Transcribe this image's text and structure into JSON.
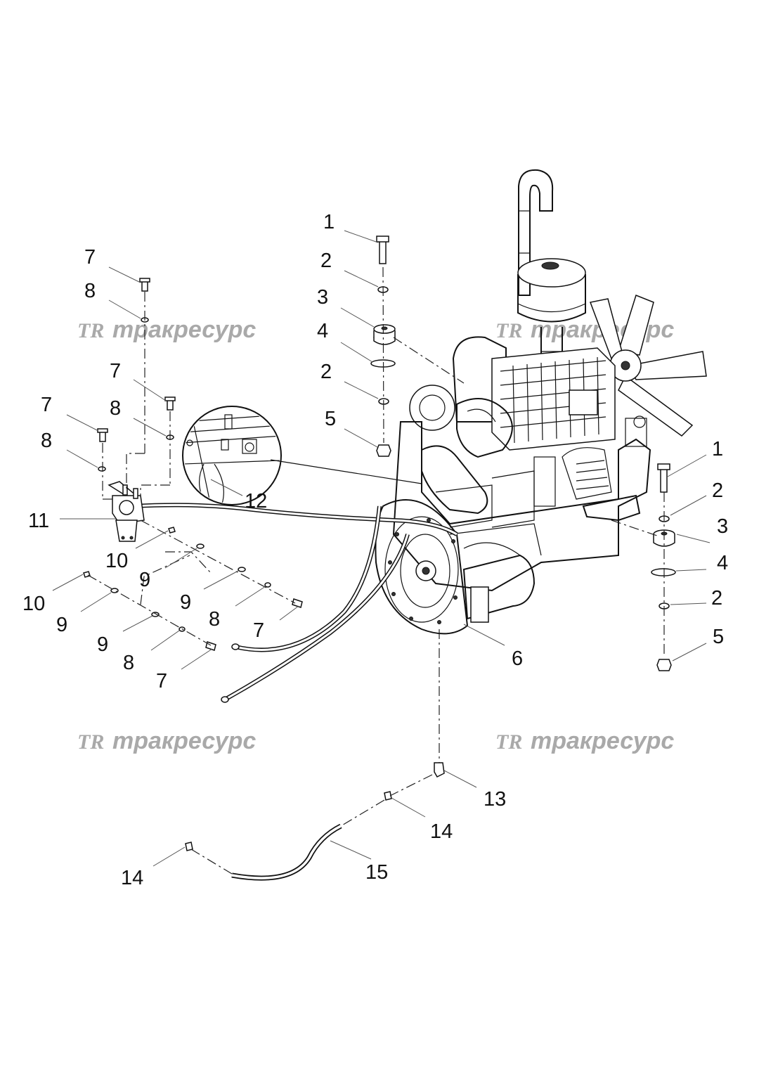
{
  "watermark": {
    "logo": "TR",
    "text": "тракресурс"
  },
  "callouts": [
    {
      "id": "c1a",
      "text": "1"
    },
    {
      "id": "c2a",
      "text": "2"
    },
    {
      "id": "c3a",
      "text": "3"
    },
    {
      "id": "c4a",
      "text": "4"
    },
    {
      "id": "c2b",
      "text": "2"
    },
    {
      "id": "c5a",
      "text": "5"
    },
    {
      "id": "c1b",
      "text": "1"
    },
    {
      "id": "c2c",
      "text": "2"
    },
    {
      "id": "c3b",
      "text": "3"
    },
    {
      "id": "c4b",
      "text": "4"
    },
    {
      "id": "c2d",
      "text": "2"
    },
    {
      "id": "c5b",
      "text": "5"
    },
    {
      "id": "c6",
      "text": "6"
    },
    {
      "id": "c7a",
      "text": "7"
    },
    {
      "id": "c8a",
      "text": "8"
    },
    {
      "id": "c7b",
      "text": "7"
    },
    {
      "id": "c8b",
      "text": "8"
    },
    {
      "id": "c7c",
      "text": "7"
    },
    {
      "id": "c8c",
      "text": "8"
    },
    {
      "id": "c11",
      "text": "11"
    },
    {
      "id": "c12",
      "text": "12"
    },
    {
      "id": "c10a",
      "text": "10"
    },
    {
      "id": "c9a",
      "text": "9"
    },
    {
      "id": "c9b",
      "text": "9"
    },
    {
      "id": "c8d",
      "text": "8"
    },
    {
      "id": "c7d",
      "text": "7"
    },
    {
      "id": "c10b",
      "text": "10"
    },
    {
      "id": "c9c",
      "text": "9"
    },
    {
      "id": "c9d",
      "text": "9"
    },
    {
      "id": "c8e",
      "text": "8"
    },
    {
      "id": "c7e",
      "text": "7"
    },
    {
      "id": "c13",
      "text": "13"
    },
    {
      "id": "c14a",
      "text": "14"
    },
    {
      "id": "c15",
      "text": "15"
    },
    {
      "id": "c14b",
      "text": "14"
    }
  ]
}
